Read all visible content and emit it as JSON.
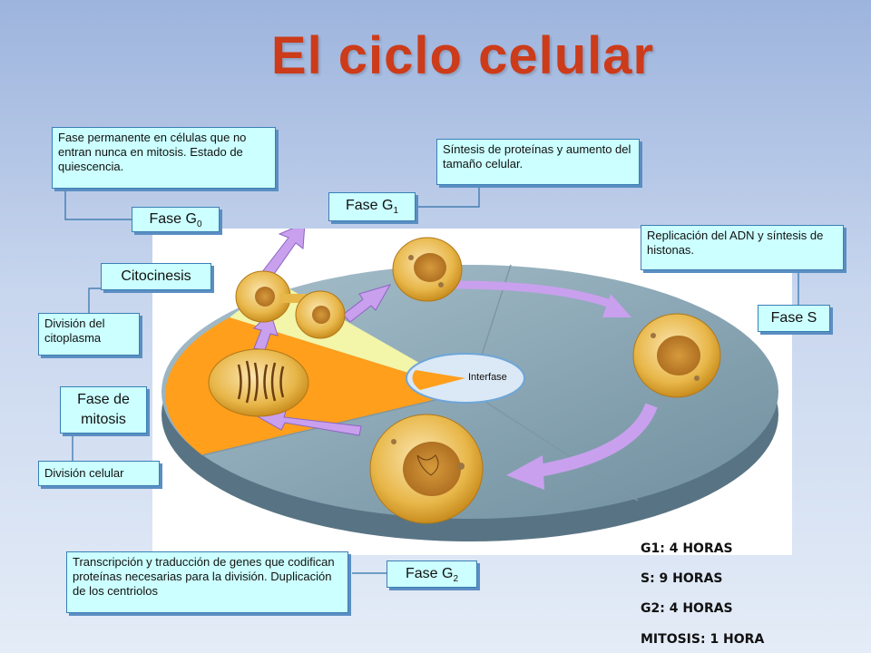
{
  "title": "El ciclo celular",
  "center_label": "Interfase",
  "phases": {
    "g0": {
      "name": "Fase G",
      "sub": "0",
      "note": "Fase permanente en células que no entran nunca en mitosis. Estado de quiescencia."
    },
    "g1": {
      "name": "Fase G",
      "sub": "1",
      "note": "Síntesis de proteínas y aumento del tamaño celular."
    },
    "s": {
      "name": "Fase S",
      "note": "Replicación del ADN y síntesis de histonas."
    },
    "g2": {
      "name": "Fase G",
      "sub": "2",
      "note": "Transcripción y traducción de genes que codifican proteínas necesarias para la división. Duplicación de los centriolos"
    },
    "citocinesis": {
      "name": "Citocinesis",
      "note": "División del citoplasma"
    },
    "mitosis": {
      "name": "Fase de mitosis",
      "note": "División celular"
    }
  },
  "durations": [
    "G1: 4 HORAS",
    "S: 9 HORAS",
    "G2: 4 HORAS",
    "MITOSIS: 1 HORA"
  ],
  "colors": {
    "title": "#cc3b1a",
    "note_bg": "#ccffff",
    "note_border": "#3a7fb5",
    "arrow": "#c9a0ee",
    "mitosis": "#ff9f1c",
    "citocinesis": "#f3f5a8",
    "disc": "#8aa8b8"
  }
}
